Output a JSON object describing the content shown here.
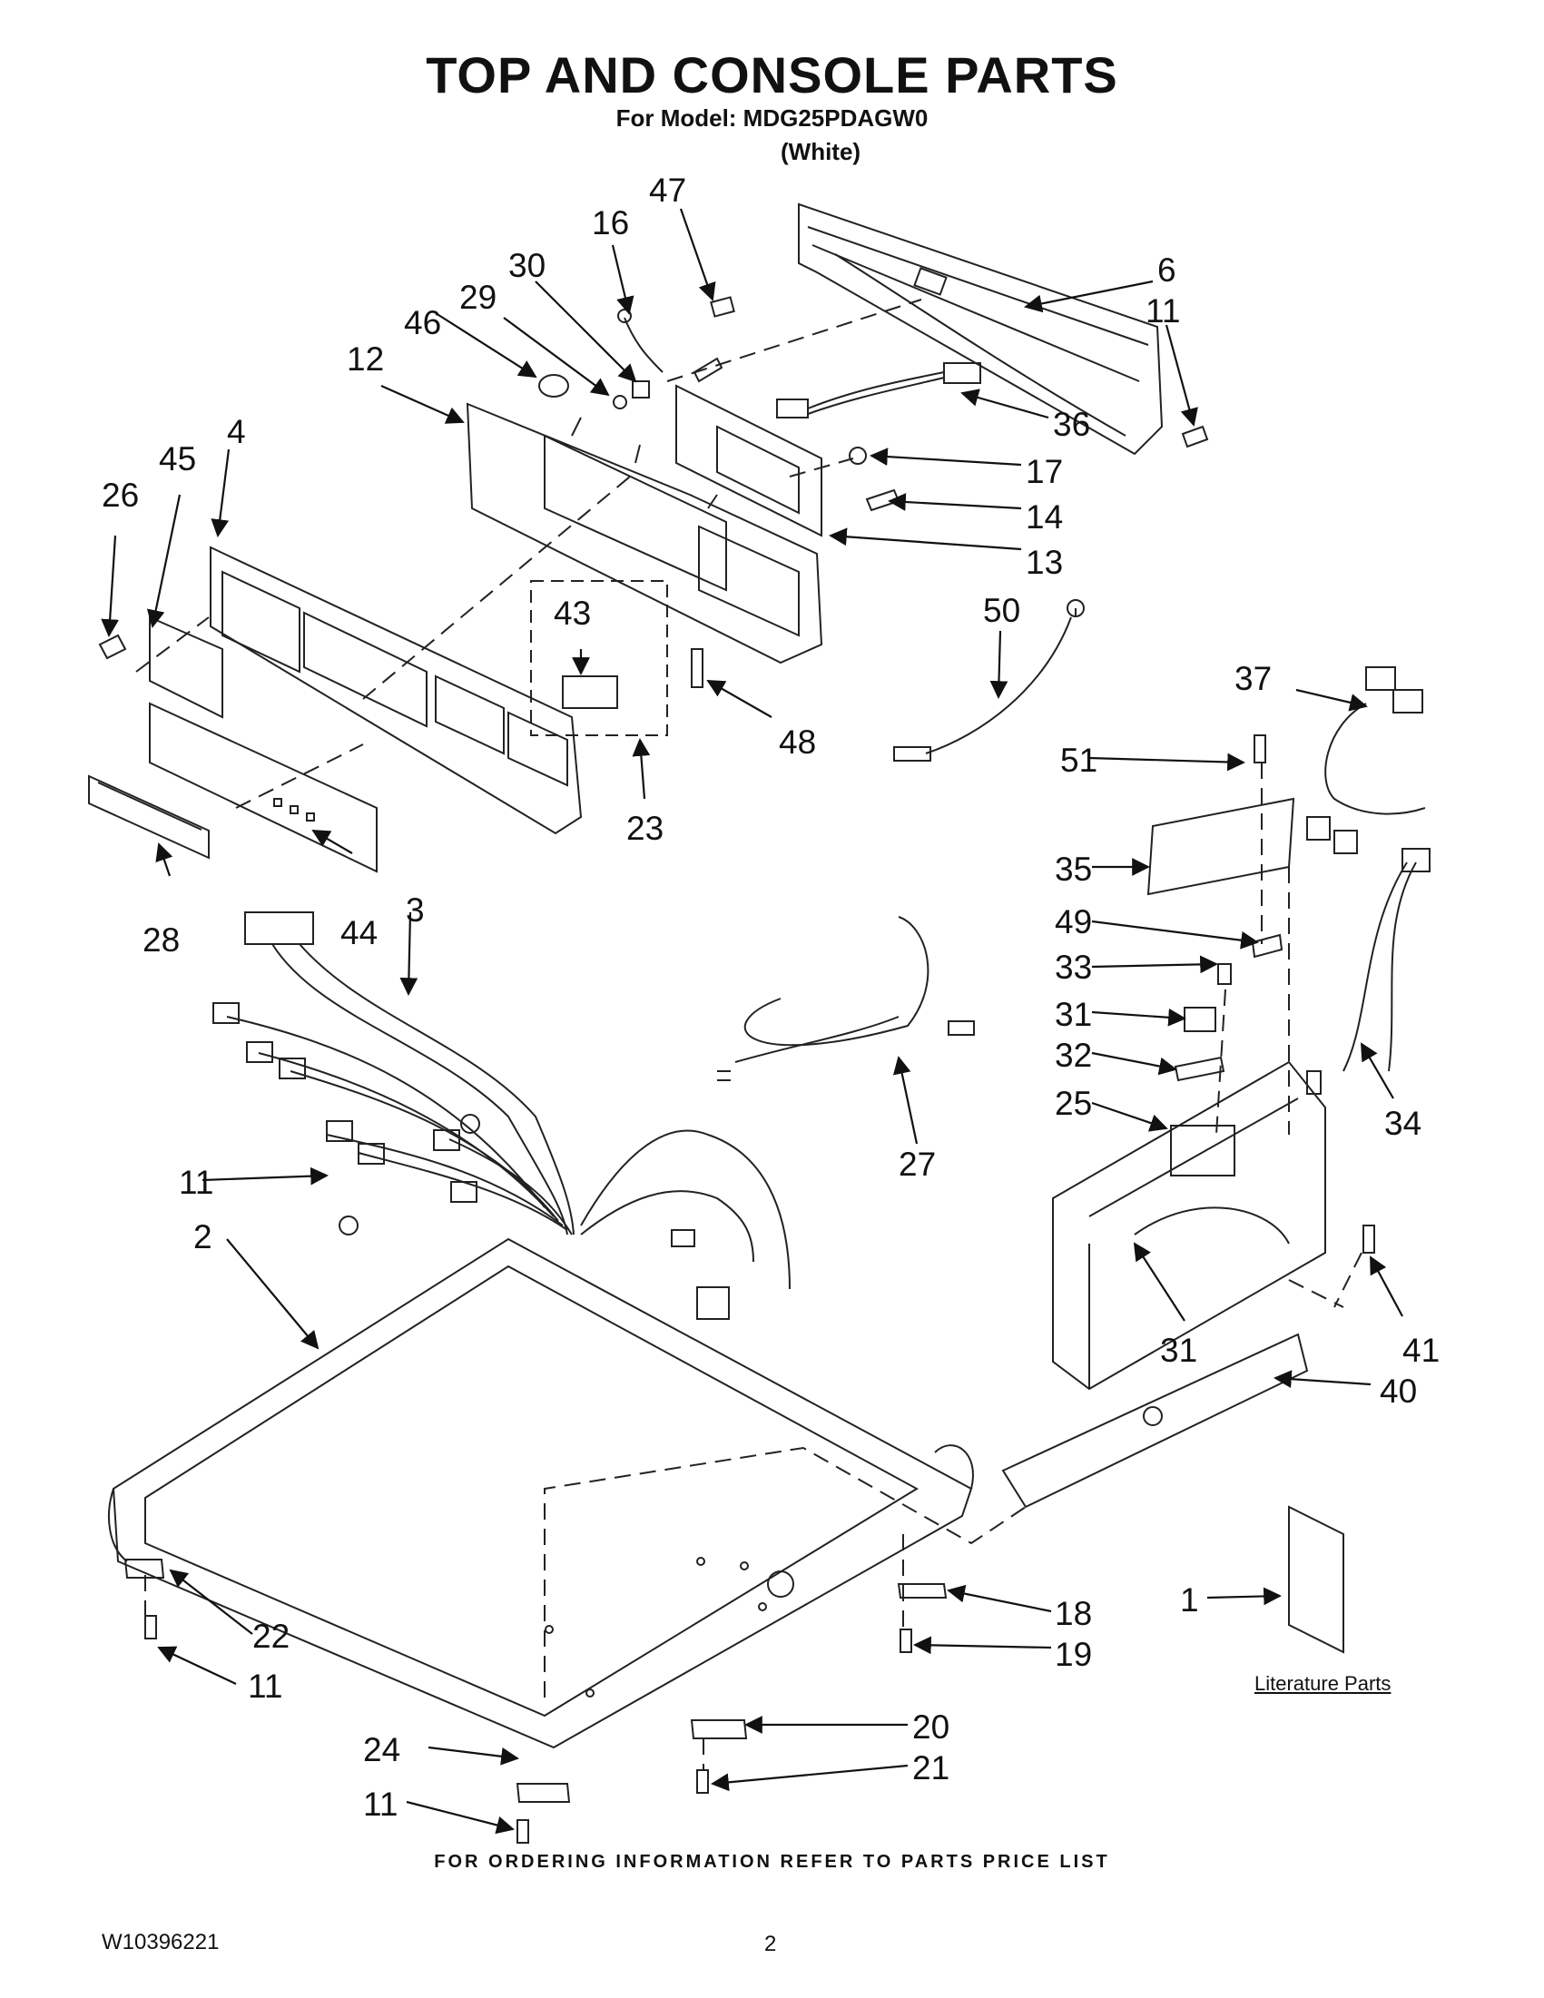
{
  "header": {
    "title": "TOP AND CONSOLE PARTS",
    "model_line": "For Model: MDG25PDAGW0",
    "color_line": "(White)"
  },
  "callouts": [
    "47",
    "16",
    "30",
    "29",
    "46",
    "12",
    "6",
    "11",
    "36",
    "17",
    "14",
    "13",
    "4",
    "45",
    "26",
    "43",
    "50",
    "48",
    "23",
    "37",
    "51",
    "35",
    "49",
    "33",
    "31",
    "32",
    "25",
    "34",
    "28",
    "44",
    "3",
    "27",
    "11",
    "2",
    "31",
    "41",
    "40",
    "1",
    "18",
    "19",
    "22",
    "11",
    "20",
    "21",
    "24",
    "11"
  ],
  "literature_label": "Literature Parts",
  "footer": {
    "ordering_note": "FOR ORDERING INFORMATION REFER TO PARTS PRICE LIST",
    "doc_number": "W10396221",
    "page_number": "2"
  }
}
